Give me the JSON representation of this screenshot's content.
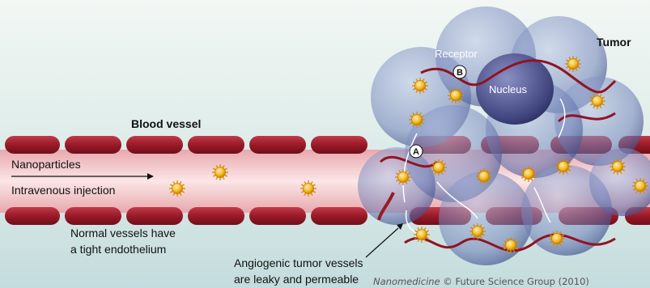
{
  "labels": {
    "blood_vessel": "Blood vessel",
    "tumor": "Tumor",
    "receptor": "Receptor",
    "nucleus": "Nucleus",
    "nanoparticles": "Nanoparticles",
    "intravenous": "Intravenous injection",
    "normal_line1": "Normal vessels have",
    "normal_line2": "a tight endothelium",
    "angio_line1": "Angiogenic tumor vessels",
    "angio_line2": "are leaky and permeable",
    "marker_a": "A",
    "marker_b": "B",
    "credit_journal": "Nanomedicine",
    "credit_rest": " © Future Science Group (2010)"
  },
  "colors": {
    "cell": "#9e1c2a",
    "vessel_lumen": "#f3c9cc",
    "tumor": "#5c6fa8",
    "particle": "#f2b51e",
    "background_top": "#eef5f2",
    "background_bottom": "#cfe3e3"
  }
}
